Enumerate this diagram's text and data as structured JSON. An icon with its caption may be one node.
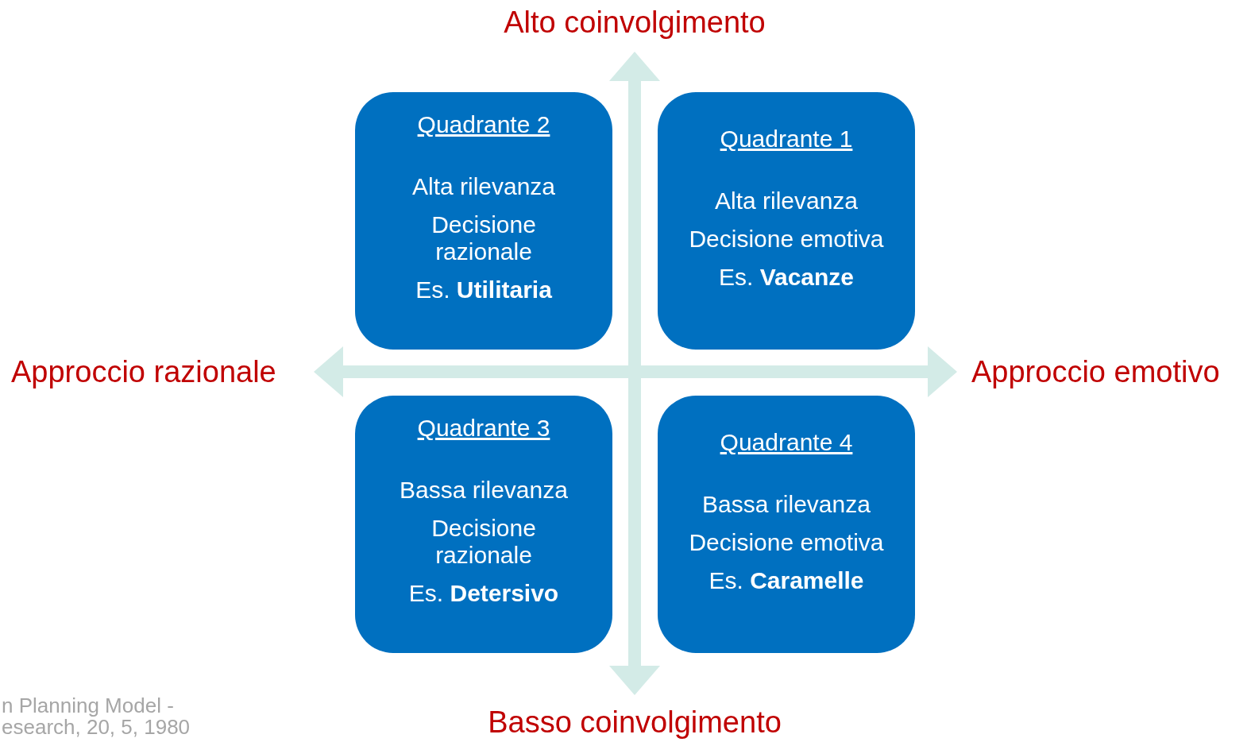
{
  "diagram": {
    "nodes": [
      {
        "text": [
          "Quadrante 2",
          "Alta rilevanza",
          "Decisione razionale",
          "Es. **Utilitaria**"
        ]
      },
      {
        "text": [
          "Quadrante 1",
          "Alta rilevanza",
          "Decisione emotiva",
          "Es. **Vacanze**"
        ]
      },
      {
        "text": [
          "Quadrante 3",
          "Bassa rilevanza",
          "Decisione razionale",
          "Es. **Detersivo**"
        ]
      },
      {
        "text": [
          "Quadrante 4",
          "Bassa rilevanza",
          "Decisione emotiva",
          "Es. **Caramelle**"
        ]
      }
    ],
    "edges": [],
    "labels": [
      "Alto coinvolgimento",
      "Approccio razionale",
      "Approccio emotivo",
      "n Planning Model -",
      "esearch, 20, 5, 1980",
      "Basso coinvolgimento"
    ]
  }
}
